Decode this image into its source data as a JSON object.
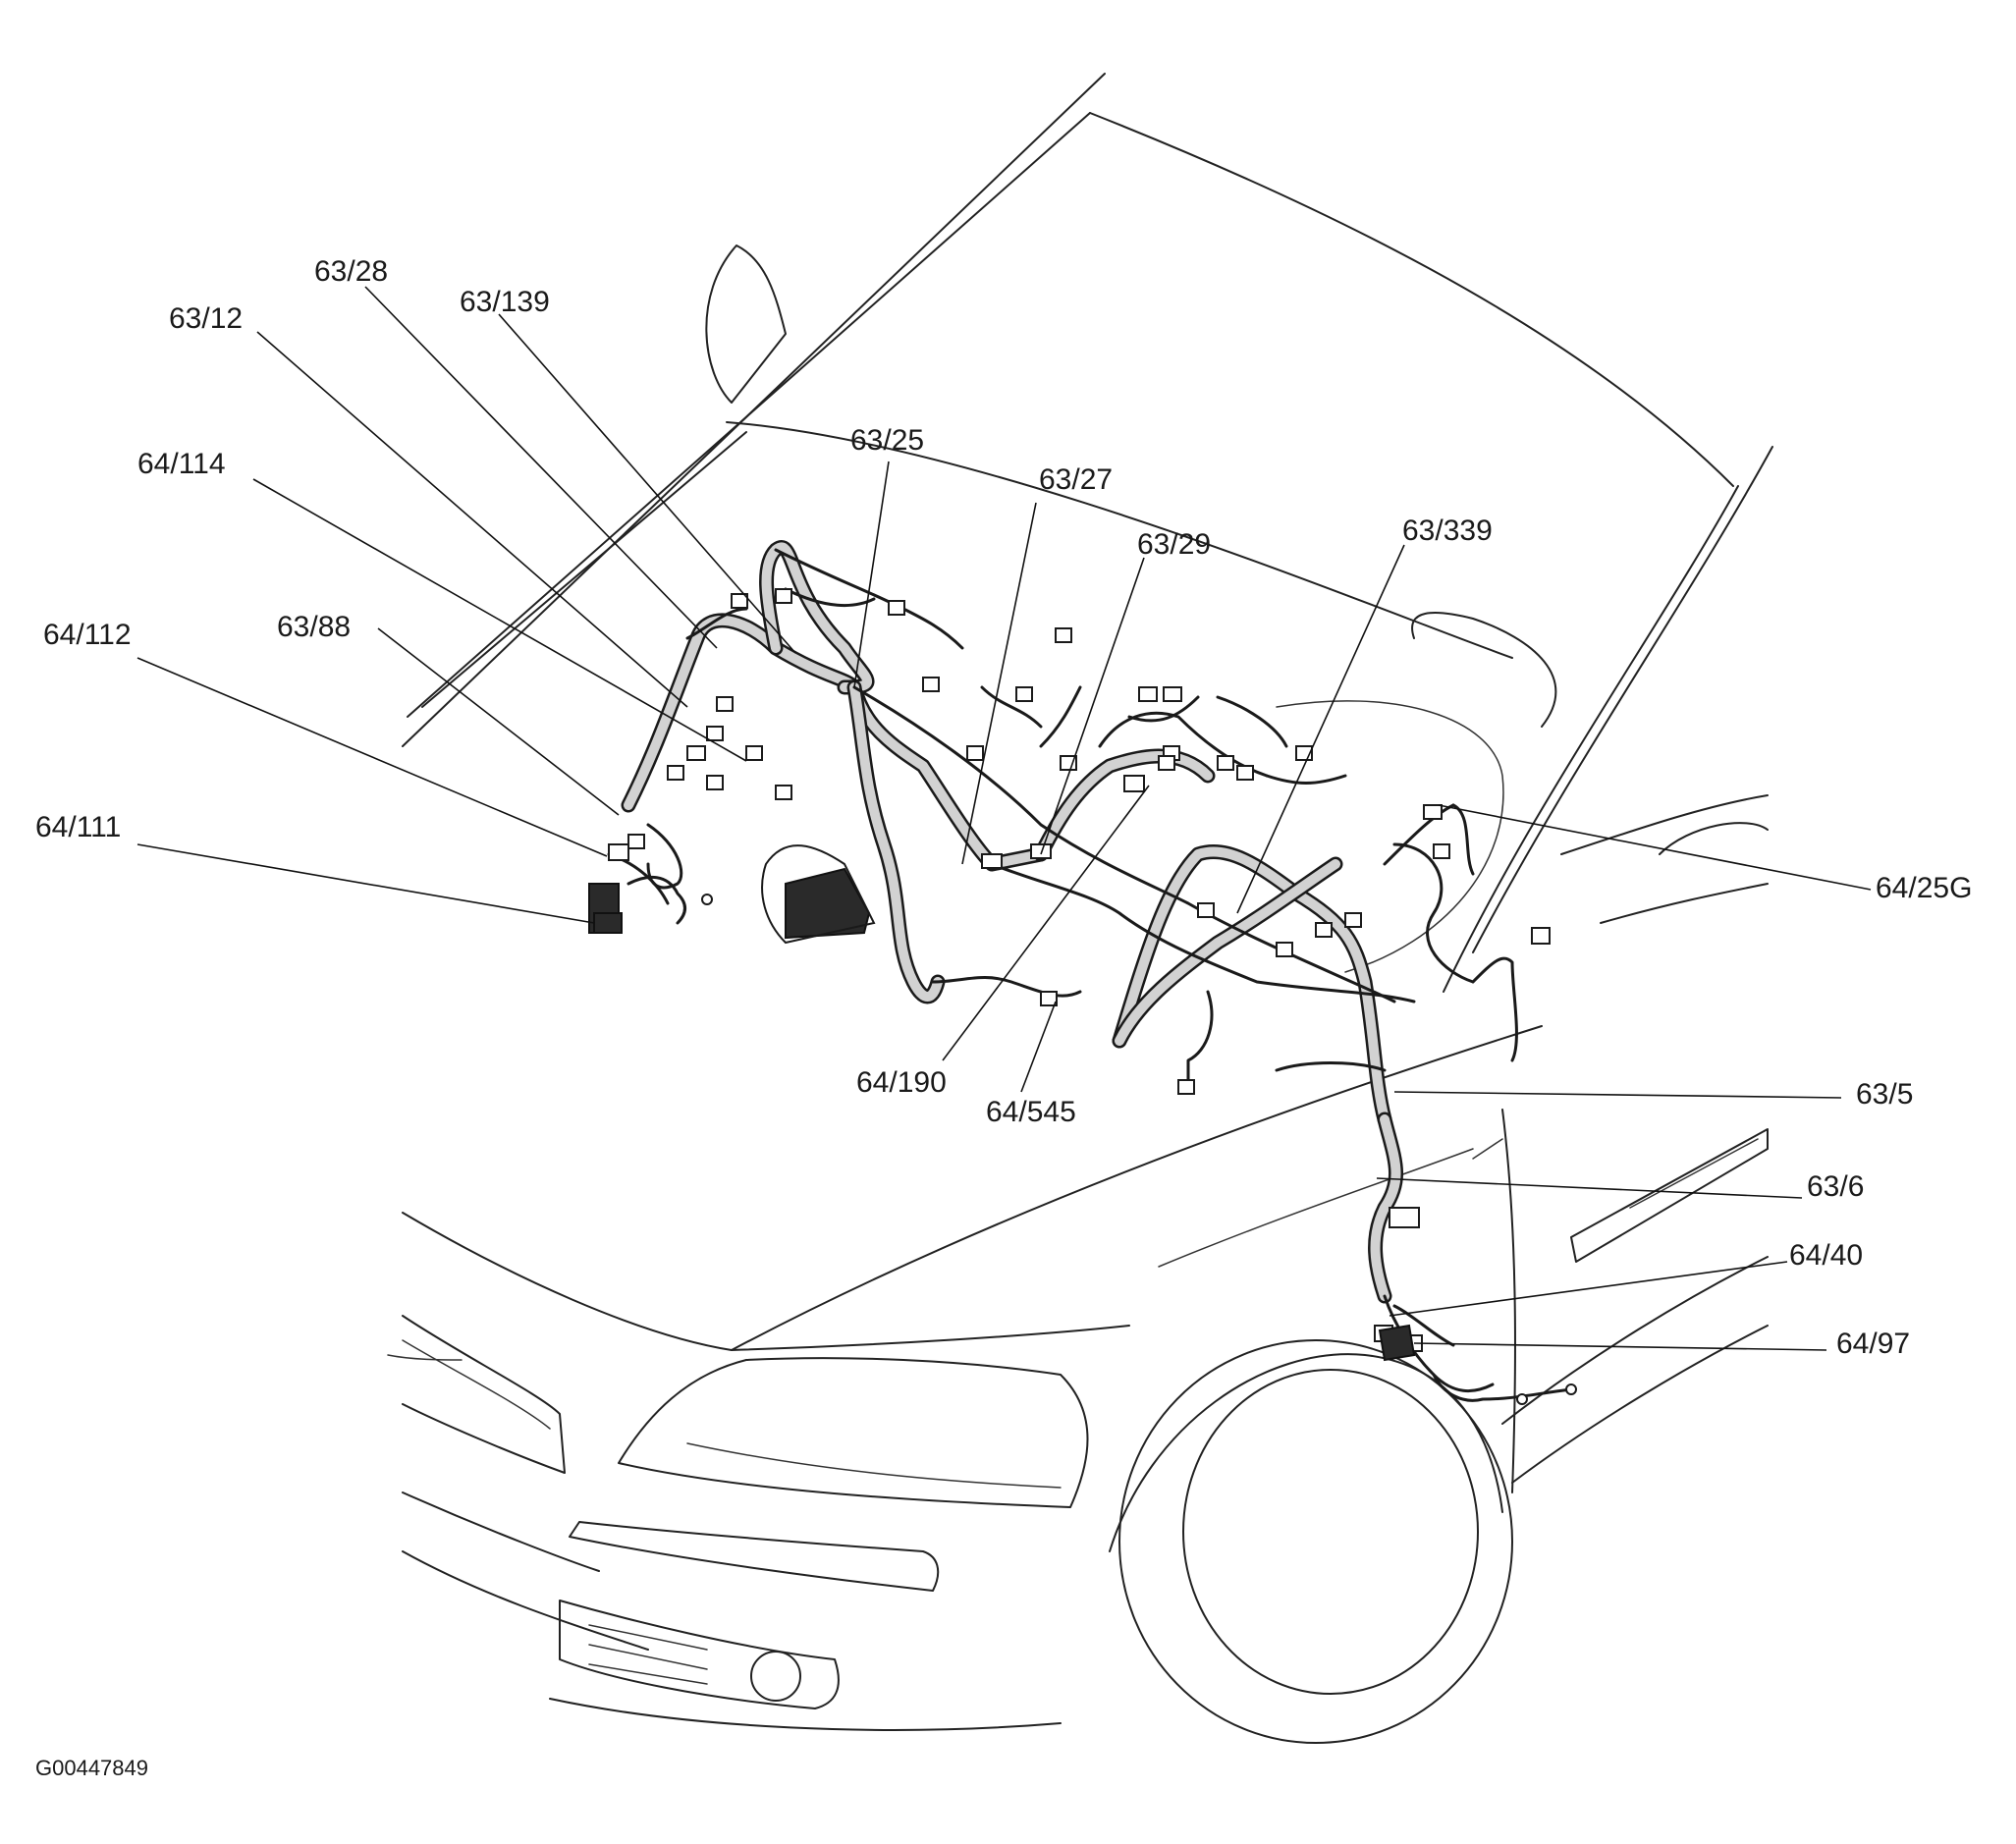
{
  "figure": {
    "id_label": "G00447849"
  },
  "callouts": {
    "c63_28": "63/28",
    "c63_139": "63/139",
    "c63_12": "63/12",
    "c64_114": "64/114",
    "c63_25": "63/25",
    "c63_27": "63/27",
    "c63_29": "63/29",
    "c63_339": "63/339",
    "c64_112": "64/112",
    "c63_88": "63/88",
    "c64_111": "64/111",
    "c64_25G": "64/25G",
    "c64_190": "64/190",
    "c64_545": "64/545",
    "c63_5": "63/5",
    "c63_6": "63/6",
    "c64_40": "64/40",
    "c64_97": "64/97"
  },
  "colors": {
    "line": "#1a1a1a",
    "harness_fill": "#d2d2d2",
    "background": "#ffffff"
  }
}
